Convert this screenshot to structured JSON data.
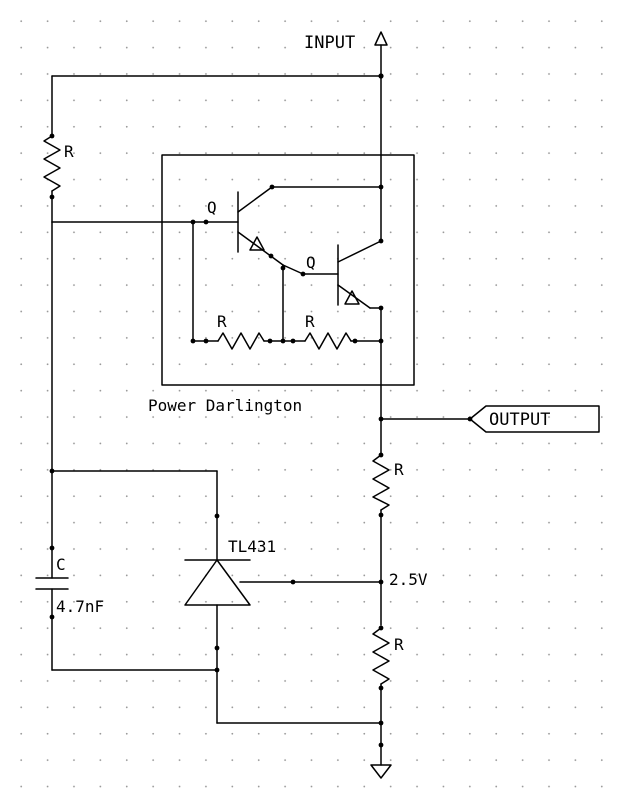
{
  "labels": {
    "input": "INPUT",
    "output": "OUTPUT",
    "module": "Power Darlington",
    "reg": "TL431",
    "vref": "2.5V",
    "cap_ref": "C",
    "cap_value": "4.7nF",
    "res_top": "R",
    "res_b1": "R",
    "res_b2": "R",
    "res_out1": "R",
    "res_out2": "R",
    "q1": "Q",
    "q2": "Q"
  }
}
